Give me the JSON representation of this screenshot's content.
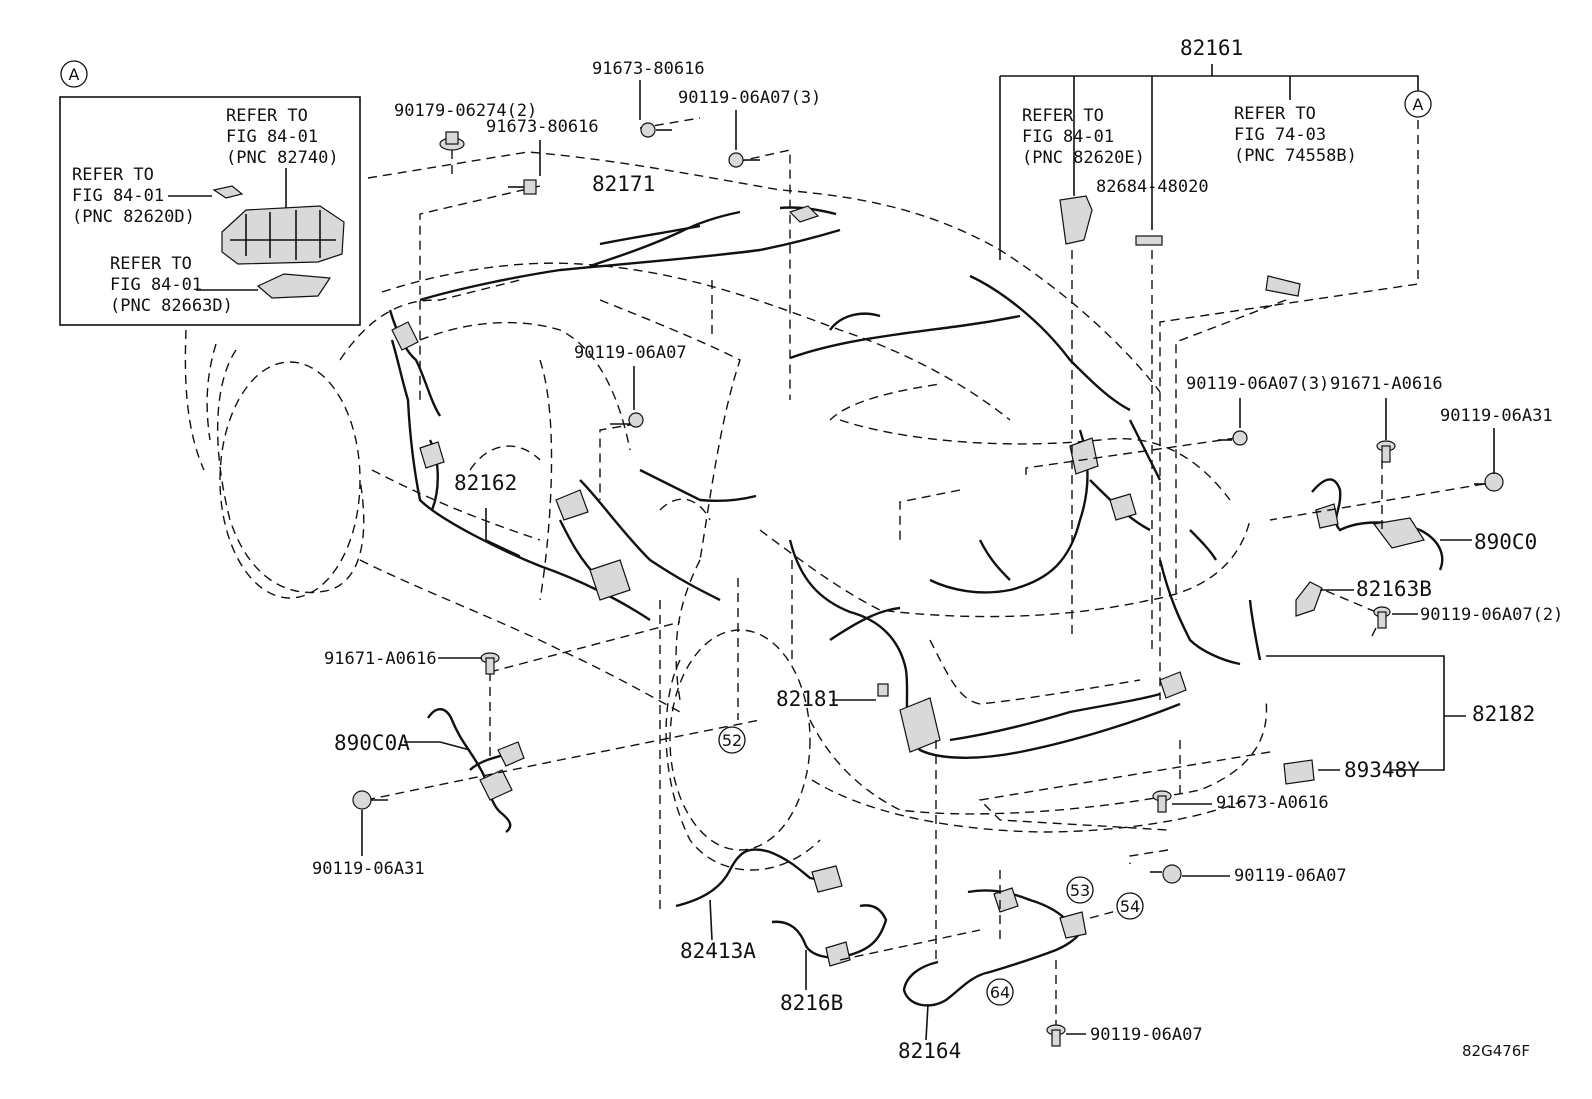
{
  "title_part": "82161",
  "inset": {
    "marker": "A",
    "refs": [
      {
        "lines": [
          "REFER TO",
          "FIG 84-01",
          "(PNC 82740)"
        ]
      },
      {
        "lines": [
          "REFER TO",
          "FIG 84-01",
          "(PNC 82620D)"
        ]
      },
      {
        "lines": [
          "REFER TO",
          "FIG 84-01",
          "(PNC 82663D)"
        ]
      }
    ]
  },
  "right_refs": [
    {
      "lines": [
        "REFER TO",
        "FIG 84-01",
        "(PNC 82620E)"
      ]
    },
    {
      "lines": [
        "REFER TO",
        "FIG 74-03",
        "(PNC 74558B)"
      ]
    }
  ],
  "right_marker": "A",
  "labels": {
    "l01": "90179-06274(2)",
    "l02": "91673-80616",
    "l03": "91673-80616",
    "l04": "90119-06A07(3)",
    "l05": "82171",
    "l06": "82684-48020",
    "l07": "90119-06A07",
    "l08": "82162",
    "l09": "90119-06A07(3)",
    "l10": "91671-A0616",
    "l11": "90119-06A31",
    "l12": "890C0",
    "l13": "82163B",
    "l14": "90119-06A07(2)",
    "l15": "91671-A0616",
    "l16": "890C0A",
    "l17": "90119-06A31",
    "l18": "82181",
    "l19": "82182",
    "l20": "89348Y",
    "l21": "91673-A0616",
    "l22": "90119-06A07",
    "l23": "82413A",
    "l24": "8216B",
    "l25": "82164",
    "l26": "90119-06A07"
  },
  "circles": {
    "c52": "52",
    "c53": "53",
    "c54": "54",
    "c64": "64"
  },
  "figure_code": "82G476F"
}
